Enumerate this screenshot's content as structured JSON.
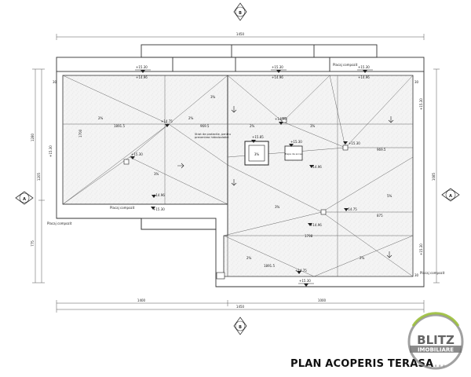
{
  "drawing": {
    "title": "PLAN ACOPERIS TERASA",
    "title_suffix": "...",
    "section_top": "B",
    "section_bottom": "B",
    "section_left": "A",
    "section_right": "A",
    "dim_top_total": "1450",
    "dim_bottom_total": "1450",
    "dim_bottom_left": "1400",
    "dim_bottom_right": "1000",
    "dim_left_outer": "1205",
    "dim_left_upper": "1280",
    "dim_left_lower": "775",
    "dim_right": "1085",
    "note_center": "Strat de protectie, pentru prevenirea hidroizolatiei",
    "labels": {
      "edge": "Placaj compozit",
      "skylight": "Trapa de acces",
      "plus_1530": "+15.30",
      "plus_1496": "+14.96",
      "plus_1475": "+14.75",
      "plus_1585": "+15.85",
      "slope_2": "2%",
      "slope_3": "3%",
      "slope_5": "5%",
      "small_dim_30": "30",
      "dim_1891": "1891.5",
      "dim_969": "969.5",
      "dim_1700": "1700",
      "dim_875": "875",
      "dim_1798": "1798"
    }
  },
  "logo": {
    "line1": "BLITZ",
    "line2": "IMOBILIARE"
  }
}
